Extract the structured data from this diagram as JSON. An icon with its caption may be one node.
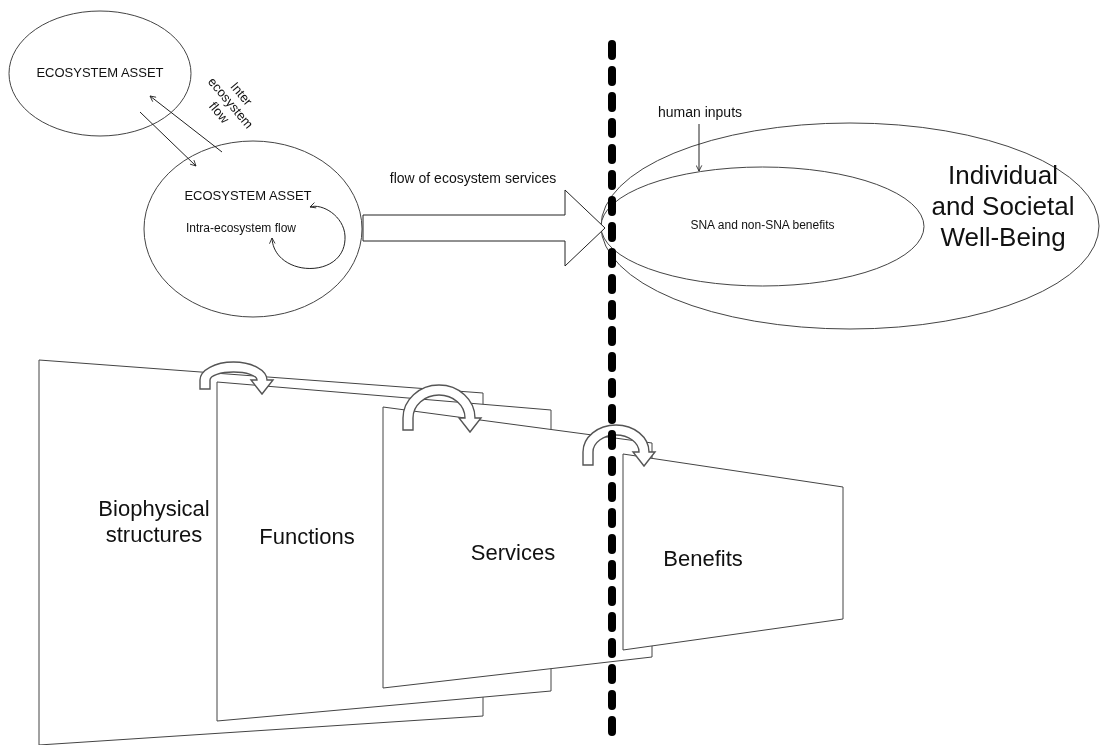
{
  "diagram": {
    "nodes": [
      {
        "text": [
          "ECOSYSTEM ASSET"
        ]
      },
      {
        "text": [
          "ECOSYSTEM ASSET",
          "Intra-ecosystem flow"
        ]
      },
      {
        "text": [
          "Individual and Societal Well-Being"
        ]
      },
      {
        "text": [
          "SNA and non-SNA benefits"
        ],
        "in": 2
      },
      {
        "text": [
          "human inputs"
        ]
      },
      {
        "text": [
          "Biophysical structures"
        ]
      },
      {
        "text": [
          "Functions"
        ]
      },
      {
        "text": [
          "Services"
        ]
      },
      {
        "text": [
          "Benefits"
        ]
      }
    ],
    "edges": [
      {
        "from": 0,
        "to": 1,
        "arrow": "to"
      },
      {
        "from": 1,
        "to": 0,
        "arrow": "to",
        "label": "Inter ecosystem flow"
      },
      {
        "from": 1,
        "to": 1,
        "arrow": "both"
      },
      {
        "from": 1,
        "to": 3,
        "arrow": "to",
        "style": "thick",
        "label": "flow of ecosystem services"
      },
      {
        "from": 4,
        "to": 3,
        "arrow": "to"
      },
      {
        "from": 5,
        "to": 6,
        "arrow": "to",
        "style": "thick"
      },
      {
        "from": 6,
        "to": 7,
        "arrow": "to",
        "style": "thick"
      },
      {
        "from": 7,
        "to": 8,
        "arrow": "to",
        "style": "thick"
      }
    ]
  }
}
